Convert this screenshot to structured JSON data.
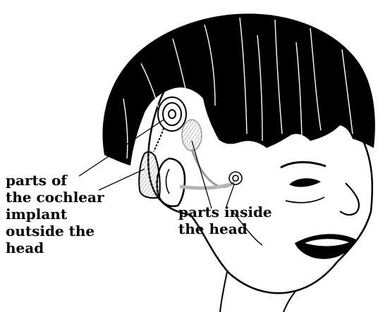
{
  "labels": {
    "outside": [
      "parts of",
      "the cochlear",
      "implant",
      "outside the",
      "head"
    ],
    "inside": [
      "parts inside",
      "the head"
    ]
  },
  "colors": {
    "ink": "#000000",
    "shade": "#b5b5b5",
    "background": "#ffffff"
  }
}
